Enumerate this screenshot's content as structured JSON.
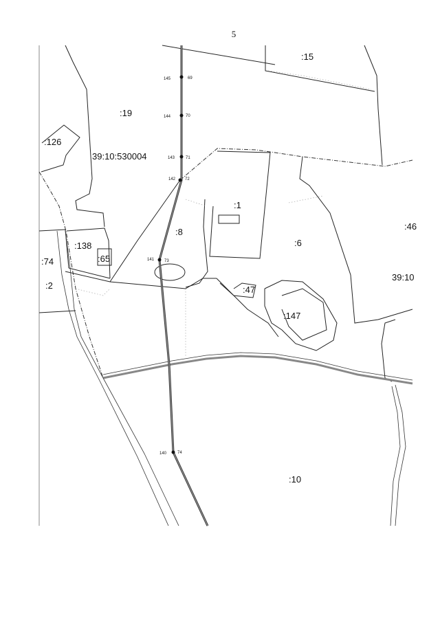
{
  "page_number": "5",
  "parcels": [
    {
      "label": ":15"
    },
    {
      "label": ":19"
    },
    {
      "label": ":126"
    },
    {
      "label": "39:10:530004"
    },
    {
      "label": ":1"
    },
    {
      "label": ":8"
    },
    {
      "label": ":46"
    },
    {
      "label": ":138"
    },
    {
      "label": ":74"
    },
    {
      "label": ":65"
    },
    {
      "label": ":6"
    },
    {
      "label": "39:10"
    },
    {
      "label": ":2"
    },
    {
      "label": ":47"
    },
    {
      "label": ":147"
    },
    {
      "label": ":10"
    }
  ],
  "route_points": [
    {
      "left": "145",
      "right": "69"
    },
    {
      "left": "144",
      "right": "70"
    },
    {
      "left": "143",
      "right": "71"
    },
    {
      "left": "142",
      "right": "72"
    },
    {
      "left": "141",
      "right": "73"
    },
    {
      "left": "140",
      "right": "74"
    }
  ]
}
